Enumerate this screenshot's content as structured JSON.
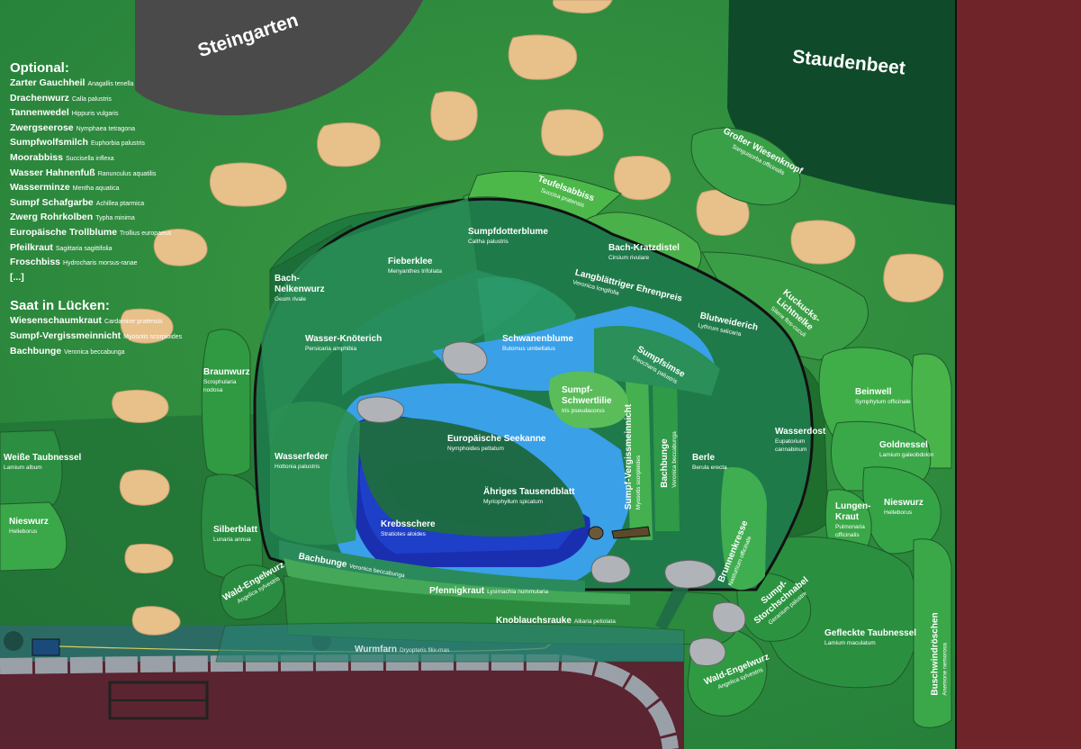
{
  "areas": {
    "steingarten": "Steingarten",
    "staudenbeet": "Staudenbeet"
  },
  "legend": {
    "optional_title": "Optional:",
    "optional_items": [
      {
        "de": "Zarter Gauchheil",
        "la": "Anagallis tenella"
      },
      {
        "de": "Drachenwurz",
        "la": "Calla palustris"
      },
      {
        "de": "Tannenwedel",
        "la": "Hippuris vulgaris"
      },
      {
        "de": "Zwergseerose",
        "la": "Nymphaea tetragona"
      },
      {
        "de": "Sumpfwolfsmilch",
        "la": "Euphorbia palustris"
      },
      {
        "de": "Moorabbiss",
        "la": "Succisella inflexa"
      },
      {
        "de": "Wasser Hahnenfuß",
        "la": "Ranunculus aquatilis"
      },
      {
        "de": "Wasserminze",
        "la": "Mentha aquatica"
      },
      {
        "de": "Sumpf Schafgarbe",
        "la": "Achillea ptarmica"
      },
      {
        "de": "Zwerg Rohrkolben",
        "la": "Typha minima"
      },
      {
        "de": "Europäische Trollblume",
        "la": "Trollius europaeus"
      },
      {
        "de": "Pfeilkraut",
        "la": "Sagittaria sagittifolia"
      },
      {
        "de": "Froschbiss",
        "la": "Hydrocharis morsus-ranae"
      },
      {
        "de": "[...]",
        "la": ""
      }
    ],
    "gaps_title": "Saat in Lücken:",
    "gaps_items": [
      {
        "de": "Wiesenschaumkraut",
        "la": "Cardamine pratensis"
      },
      {
        "de": "Sumpf-Vergissmeinnicht",
        "la": "Myosotis scorpioides"
      },
      {
        "de": "Bachbunge",
        "la": "Veronica beccabunga"
      }
    ]
  },
  "plants": {
    "teufelsabbiss": {
      "de": "Teufelsabbiss",
      "la": "Succisa pratensis"
    },
    "sumpfdotterblume": {
      "de": "Sumpfdotterblume",
      "la": "Caltha palustris"
    },
    "bach_kratzdistel": {
      "de": "Bach-Kratzdistel",
      "la": "Cirsium rivulare"
    },
    "grosser_wiesenknopf": {
      "de": "Großer Wiesenknopf",
      "la": "Sanguisorba officinalis"
    },
    "fieberklee": {
      "de": "Fieberklee",
      "la": "Menyanthes trifoliata"
    },
    "bach_nelkenwurz": {
      "de": "Bach-\nNelkenwurz",
      "la": "Geum rivale"
    },
    "langblaettriger_ehrenpreis": {
      "de": "Langblättriger Ehrenpreis",
      "la": "Veronica longifolia"
    },
    "kuckucks_lichtnelke": {
      "de": "Kuckucks-\nLichtnelke",
      "la": "Silene flos-cuculi"
    },
    "blutweiderich": {
      "de": "Blutweiderich",
      "la": "Lythrum salicaria"
    },
    "wasser_knoeterich": {
      "de": "Wasser-Knöterich",
      "la": "Persicaria amphibia"
    },
    "schwanenblume": {
      "de": "Schwanenblume",
      "la": "Butomus umbellatus"
    },
    "sumpfsimse": {
      "de": "Sumpfsimse",
      "la": "Eleocharis palustris"
    },
    "sumpf_schwertlilie": {
      "de": "Sumpf-\nSchwertlilie",
      "la": "Iris pseudacorus"
    },
    "braunwurz": {
      "de": "Braunwurz",
      "la": "Scrophularia\nnodosa"
    },
    "beinwell": {
      "de": "Beinwell",
      "la": "Symphytum officinale"
    },
    "goldnessel": {
      "de": "Goldnessel",
      "la": "Lamium galeobdolon"
    },
    "wasserdost": {
      "de": "Wasserdost",
      "la": "Eupatorium\ncannabinum"
    },
    "europaeische_seekanne": {
      "de": "Europäische Seekanne",
      "la": "Nymphoides peltatum"
    },
    "weisse_taubnessel": {
      "de": "Weiße Taubnessel",
      "la": "Lamium album"
    },
    "wasserfeder": {
      "de": "Wasserfeder",
      "la": "Hottonia palustris"
    },
    "berle": {
      "de": "Berle",
      "la": "Berula erecta"
    },
    "sumpf_vergissmeinnicht": {
      "de": "Sumpf-Vergissmeinnicht",
      "la": "Myosotis scorpioides"
    },
    "bachbunge_v": {
      "de": "Bachbunge",
      "la": "Veronica beccabunga"
    },
    "aehriges_tausendblatt": {
      "de": "Ähriges Tausendblatt",
      "la": "Myriophyllum spicatum"
    },
    "lungenkraut": {
      "de": "Lungen-\nKraut",
      "la": "Pulmonaria\nofficinalis"
    },
    "nieswurz_r": {
      "de": "Nieswurz",
      "la": "Helleborus"
    },
    "nieswurz_l": {
      "de": "Nieswurz",
      "la": "Helleborus"
    },
    "krebsschere": {
      "de": "Krebsschere",
      "la": "Stratiotes aloides"
    },
    "silberblatt": {
      "de": "Silberblatt",
      "la": "Lunaria annua"
    },
    "brunnenkresse": {
      "de": "Brunnenkresse",
      "la": "Nasturtium officinale"
    },
    "bachbunge_bottom": {
      "de": "Bachbunge",
      "la": "Veronica beccabunga"
    },
    "wald_engelwurz_l": {
      "de": "Wald-Engelwurz",
      "la": "Angelica sylvestris"
    },
    "pfennigkraut": {
      "de": "Pfennigkraut",
      "la": "Lysimachia nummularia"
    },
    "sumpf_storchschnabel": {
      "de": "Sumpf-\nStorchschnabel",
      "la": "Geranium palustre"
    },
    "knoblauchsrauke": {
      "de": "Knoblauchsrauke",
      "la": "Alliaria petiolata"
    },
    "gefleckte_taubnessel": {
      "de": "Gefleckte Taubnessel",
      "la": "Lamium maculatum"
    },
    "wurmfarn": {
      "de": "Wurmfarn",
      "la": "Dryopteris filix-mas"
    },
    "wald_engelwurz_r": {
      "de": "Wald-Engelwurz",
      "la": "Angelica sylvestris"
    },
    "buschwindroeschen": {
      "de": "Buschwindröschen",
      "la": "Anemone nemorosa"
    }
  },
  "colors": {
    "lawn": "#2f8a3a",
    "steingarten": "#4a4a4a",
    "staudenbeet": "#0f4a2a",
    "border": "#6e2428",
    "water_deep": "#1a2fb0",
    "water_shallow": "#3aa0e8",
    "stepping_stone": "#e8c08a"
  }
}
